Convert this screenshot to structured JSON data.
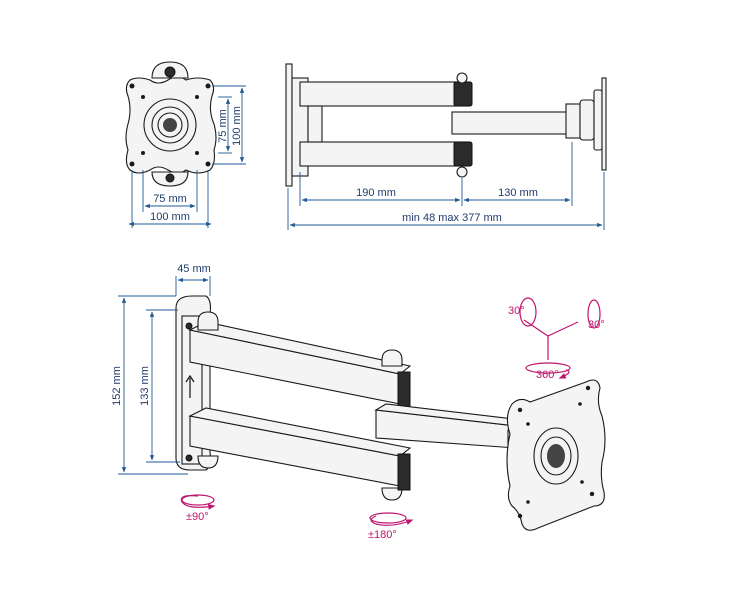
{
  "colors": {
    "dimension": "#1f5a94",
    "dimension_text": "#1f3c6e",
    "rotation": "#c0146e",
    "outline": "#1a1a1a"
  },
  "top_left_plate": {
    "dim_vertical_small": "75 mm",
    "dim_vertical_large": "100 mm",
    "dim_horizontal_small": "75 mm",
    "dim_horizontal_large": "100 mm"
  },
  "top_right_side": {
    "arm1_length": "190 mm",
    "arm2_length": "130 mm",
    "total_range": "min 48 max 377 mm"
  },
  "bottom_view": {
    "wall_plate_depth": "45 mm",
    "height_outer": "152 mm",
    "height_inner": "133 mm",
    "rot_wall": "±90°",
    "rot_arm": "±180°",
    "tilt_left": "30°",
    "tilt_right": "30°",
    "swivel": "360°"
  }
}
